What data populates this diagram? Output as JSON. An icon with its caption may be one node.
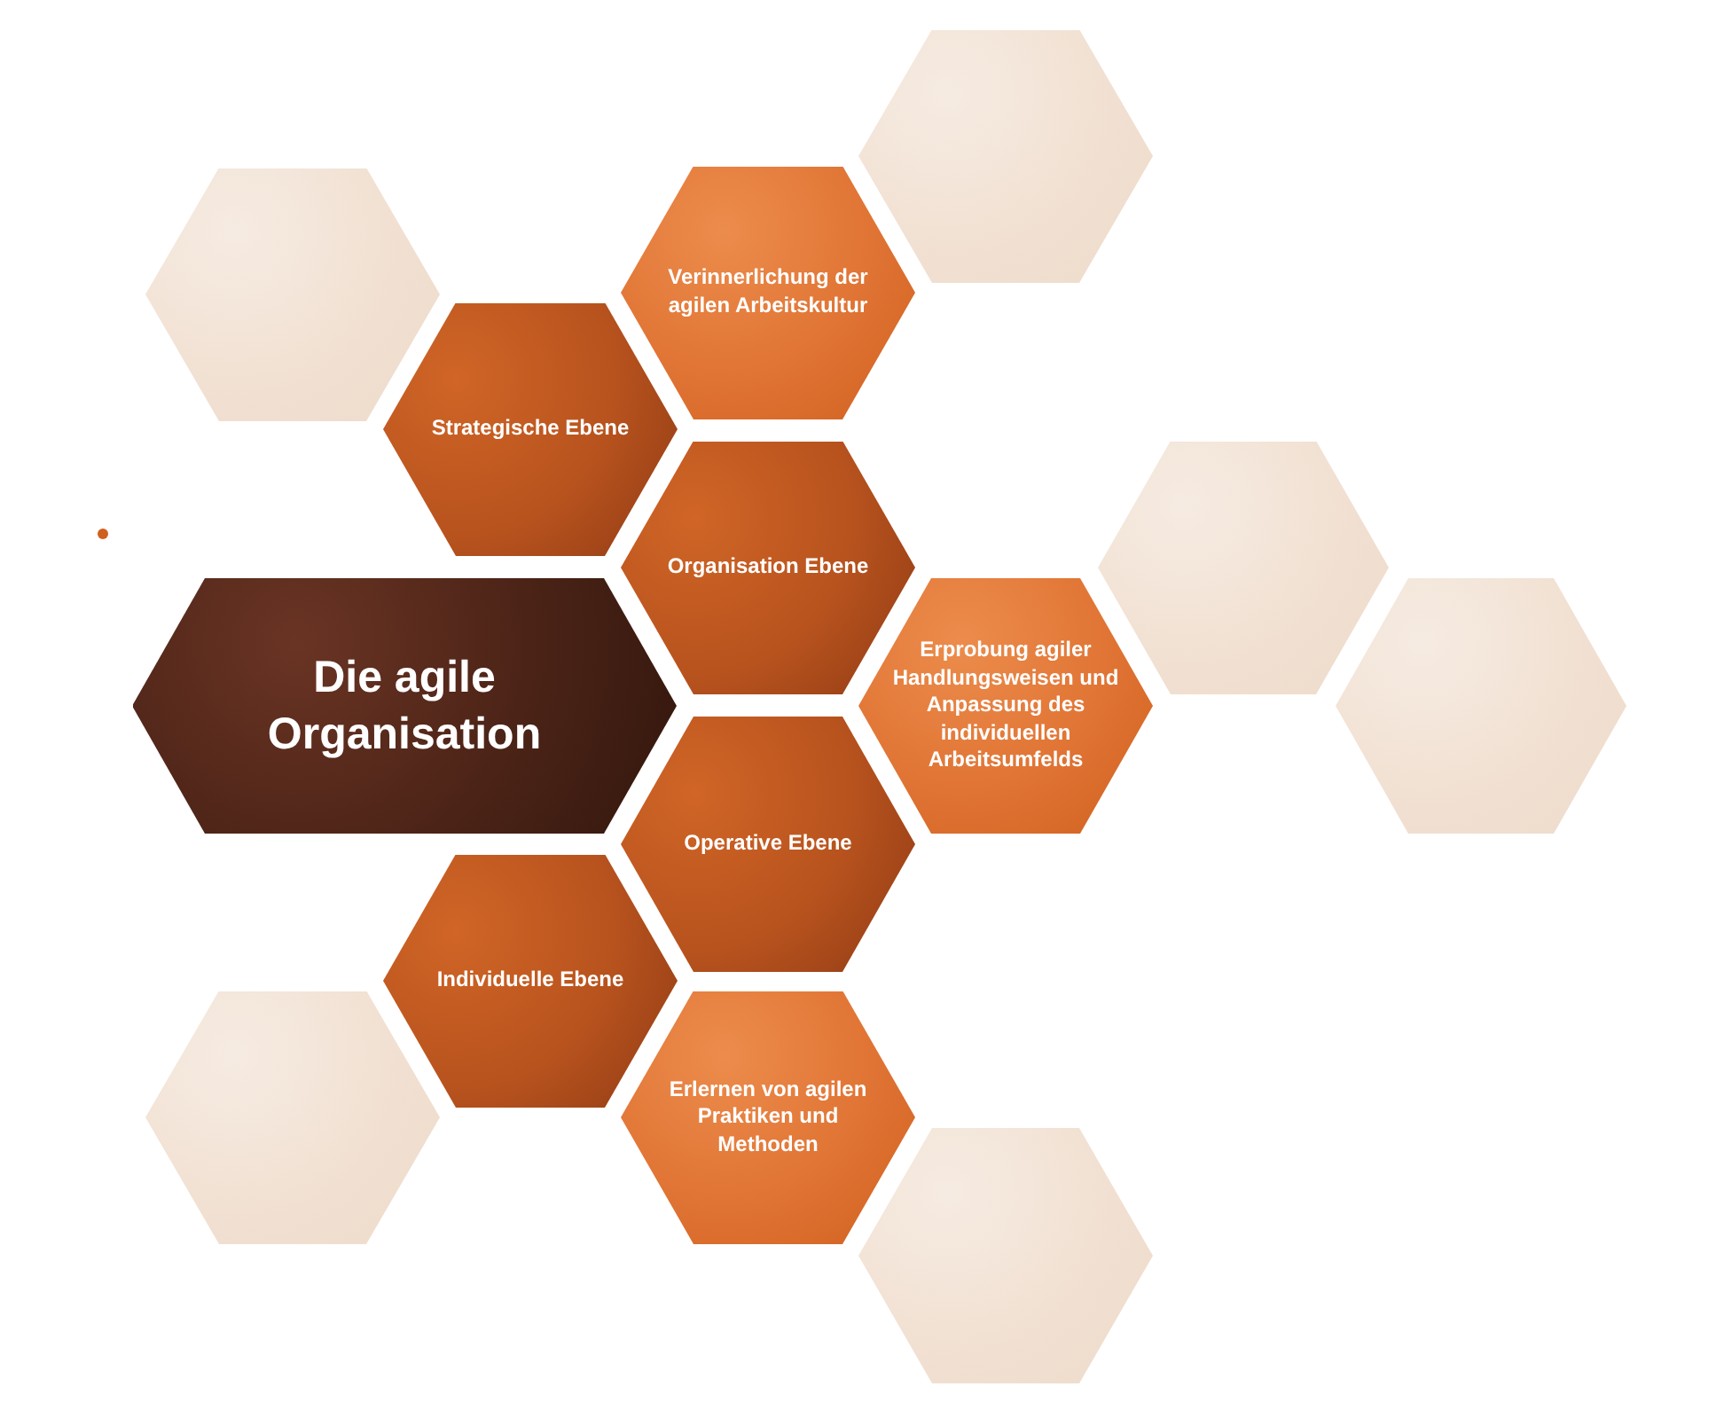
{
  "diagram": {
    "nodes": [
      {
        "text": [],
        "shape": "hexagon"
      },
      {
        "text": [],
        "shape": "hexagon"
      },
      {
        "text": [
          "Verinnerlichung der agilen Arbeitskultur"
        ]
      },
      {
        "text": [
          "Strategische Ebene"
        ]
      },
      {
        "text": [
          "Organisation Ebene"
        ]
      },
      {
        "text": [],
        "shape": "hexagon"
      },
      {
        "text": [
          "Die agile Organisation"
        ]
      },
      {
        "text": [
          "Erprobung agiler Handlungsweisen und Anpassung des individuellen Arbeitsumfelds"
        ]
      },
      {
        "text": [],
        "shape": "hexagon"
      },
      {
        "text": [
          "Operative Ebene"
        ]
      },
      {
        "text": [
          "Individuelle Ebene"
        ]
      },
      {
        "text": [],
        "shape": "hexagon"
      },
      {
        "text": [
          "Erlernen von agilen Praktiken und Methoden"
        ]
      },
      {
        "text": [],
        "shape": "hexagon"
      }
    ]
  }
}
